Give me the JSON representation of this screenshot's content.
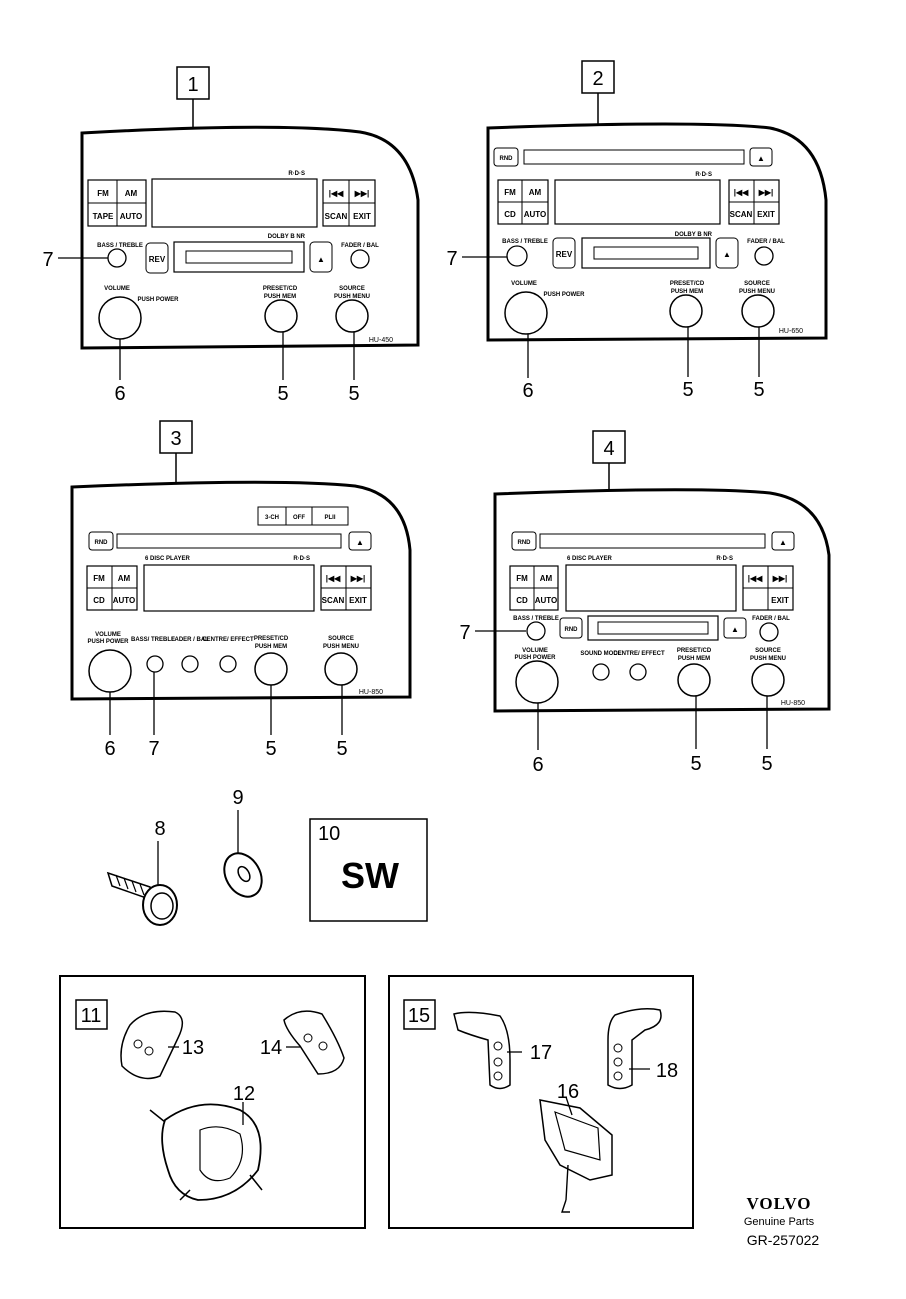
{
  "callouts": {
    "unit1": "1",
    "unit2": "2",
    "unit3": "3",
    "unit4": "4",
    "c5": "5",
    "c6": "6",
    "c7": "7",
    "c8": "8",
    "c9": "9",
    "c10": "10",
    "c11": "11",
    "c12": "12",
    "c13": "13",
    "c14": "14",
    "c15": "15",
    "c16": "16",
    "c17": "17",
    "c18": "18"
  },
  "sw_label": "SW",
  "radio_labels": {
    "fm": "FM",
    "am": "AM",
    "tape": "TAPE",
    "auto": "AUTO",
    "cd": "CD",
    "scan": "SCAN",
    "exit": "EXIT",
    "rev": "REV",
    "rnd": "RND",
    "bass_treble": "BASS / TREBLE",
    "bass_treble_short": "BASS/\nTREBLE",
    "fader_bal": "FADER / BAL",
    "volume": "VOLUME",
    "push_power": "PUSH POWER",
    "preset_cd": "PRESET/CD",
    "push_mem": "PUSH MEM",
    "source": "SOURCE",
    "push_menu": "PUSH MENU",
    "six_disc": "6 DISC PLAYER",
    "three_ch": "3-CH",
    "off": "OFF",
    "pl2": "PLII",
    "centre_effect": "CENTRE/ EFFECT",
    "sound_mode": "SOUND MODE",
    "rds": "R·D·S",
    "dolby": "DOLBY B NR"
  },
  "models": {
    "hu450": "HU-450",
    "hu650": "HU-650",
    "hu850a": "HU-850",
    "hu850b": "HU-850"
  },
  "footer": {
    "brand": "VOLVO",
    "sub": "Genuine Parts",
    "code": "GR-257022"
  }
}
